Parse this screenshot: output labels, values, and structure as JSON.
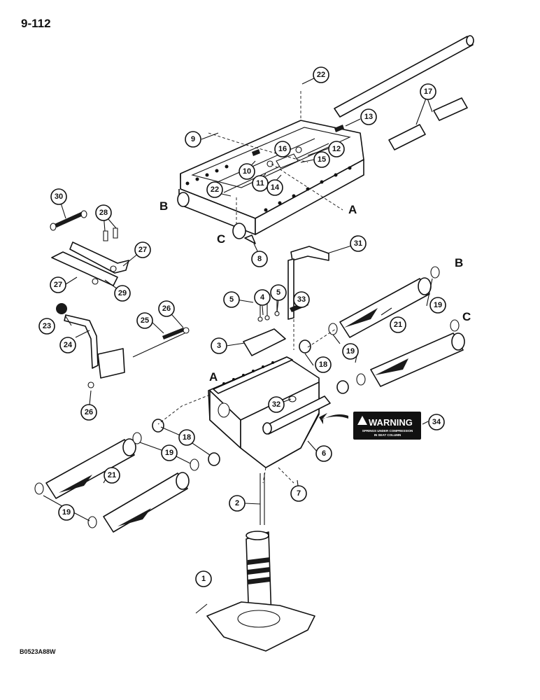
{
  "page": {
    "number": "9-112",
    "illustration_code": "B0523A88W"
  },
  "warning_decal": {
    "heading": "WARNING",
    "body_line1": "SPRINGS UNDER COMPRESSION",
    "body_line2": "IN SEAT COLUMN"
  },
  "reference_letters": [
    "A",
    "B",
    "C"
  ],
  "callouts": [
    "1",
    "2",
    "3",
    "4",
    "5",
    "5",
    "6",
    "7",
    "8",
    "9",
    "10",
    "11",
    "12",
    "13",
    "14",
    "15",
    "16",
    "17",
    "18",
    "18",
    "19",
    "19",
    "19",
    "19",
    "21",
    "21",
    "22",
    "22",
    "23",
    "24",
    "25",
    "26",
    "26",
    "27",
    "27",
    "28",
    "29",
    "30",
    "31",
    "32",
    "33",
    "34"
  ]
}
